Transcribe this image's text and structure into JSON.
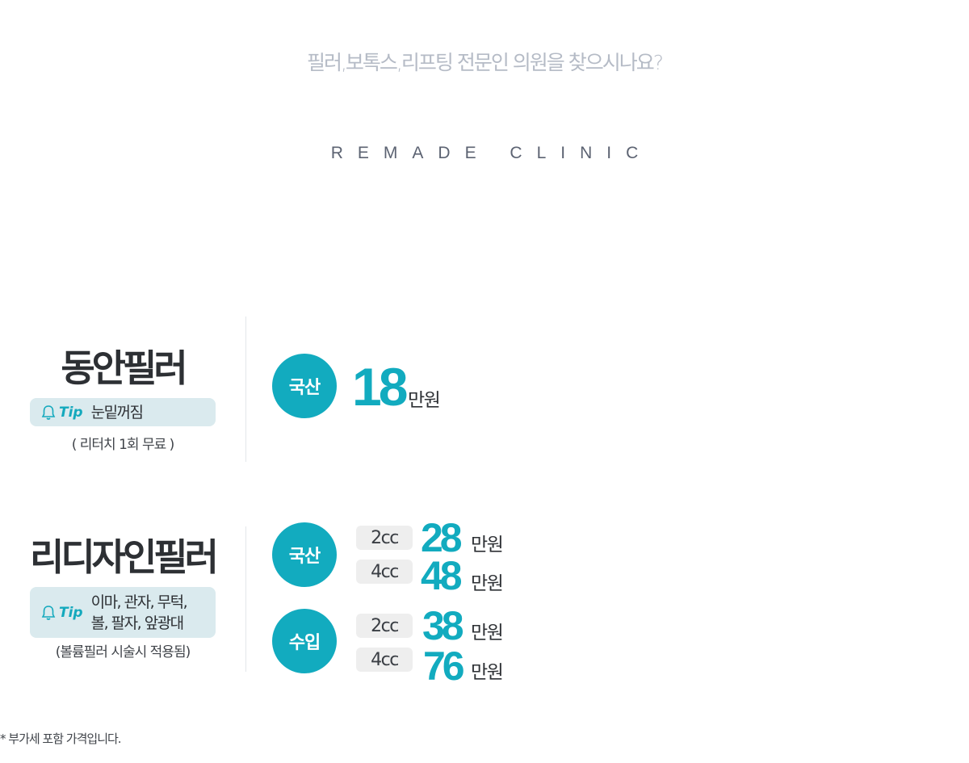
{
  "header": {
    "headline": "필러,보톡스,리프팅 전문인 의원을 찾으시나요?",
    "brand": "REMADE CLINIC"
  },
  "product1": {
    "title": "동안필러",
    "tip_label": "Tip",
    "tip_text": "눈밑꺼짐",
    "note": "( 리터치 1회 무료 )",
    "origin": "국산",
    "price": "18",
    "unit": "만원"
  },
  "product2": {
    "title": "리디자인필러",
    "tip_label": "Tip",
    "tip_line1": "이마, 관자, 무턱,",
    "tip_line2": "볼, 팔자, 앞광대",
    "note": "(볼륨필러 시술시 적용됨)",
    "domestic": {
      "origin": "국산",
      "rows": [
        {
          "volume": "2cc",
          "price": "28",
          "unit": "만원"
        },
        {
          "volume": "4cc",
          "price": "48",
          "unit": "만원"
        }
      ]
    },
    "imported": {
      "origin": "수입",
      "rows": [
        {
          "volume": "2cc",
          "price": "38",
          "unit": "만원"
        },
        {
          "volume": "4cc",
          "price": "76",
          "unit": "만원"
        }
      ]
    }
  },
  "footer": {
    "note": "* 부가세 포함 가격입니다."
  },
  "colors": {
    "accent": "#12abbf",
    "tip_bg": "#daeaee",
    "cc_bg": "#eeeeee",
    "headline": "#b5bbc6"
  },
  "icons": {
    "tip": "bell-icon"
  }
}
